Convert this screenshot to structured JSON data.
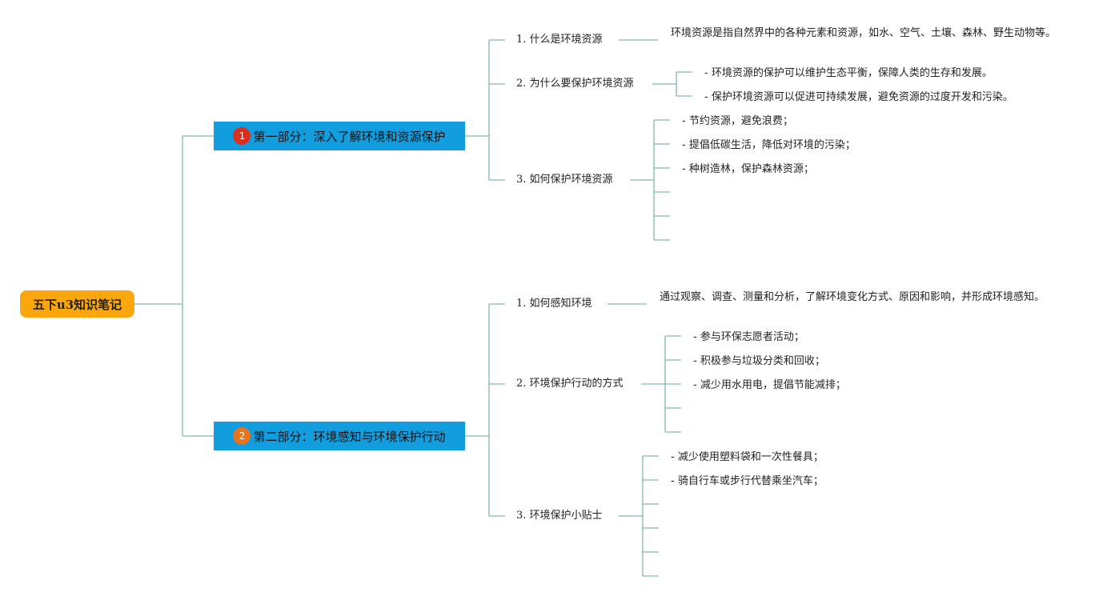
{
  "root": {
    "label": "五下u3知识笔记"
  },
  "colors": {
    "root_fill": "#fca60e",
    "main_fill": "#129dde",
    "line": "#80b8a8",
    "badge1": "#d92f1e",
    "badge2": "#e8731a"
  },
  "parts": [
    {
      "badge": "1",
      "label": "第一部分：深入了解环境和资源保护",
      "topics": [
        {
          "label": "1. 什么是环境资源",
          "items": [
            "环境资源是指自然界中的各种元素和资源，如水、空气、土壤、森林、野生动物等。"
          ]
        },
        {
          "label": "2. 为什么要保护环境资源",
          "items": [
            "- 环境资源的保护可以维护生态平衡，保障人类的生存和发展。",
            "- 保护环境资源可以促进可持续发展，避免资源的过度开发和污染。"
          ]
        },
        {
          "label": "3. 如何保护环境资源",
          "items": [
            "- 节约资源，避免浪费；",
            "- 提倡低碳生活，降低对环境的污染；",
            "- 种树造林，保护森林资源；",
            "",
            "",
            ""
          ]
        }
      ]
    },
    {
      "badge": "2",
      "label": "第二部分：环境感知与环境保护行动",
      "topics": [
        {
          "label": "1. 如何感知环境",
          "items": [
            "通过观察、调查、测量和分析，了解环境变化方式、原因和影响，并形成环境感知。"
          ]
        },
        {
          "label": "2. 环境保护行动的方式",
          "items": [
            "- 参与环保志愿者活动；",
            "- 积极参与垃圾分类和回收；",
            "- 减少用水用电，提倡节能减排；",
            "",
            ""
          ]
        },
        {
          "label": "3. 环境保护小贴士",
          "items": [
            "- 减少使用塑料袋和一次性餐具；",
            "- 骑自行车或步行代替乘坐汽车；",
            "",
            "",
            "",
            ""
          ]
        }
      ]
    }
  ]
}
